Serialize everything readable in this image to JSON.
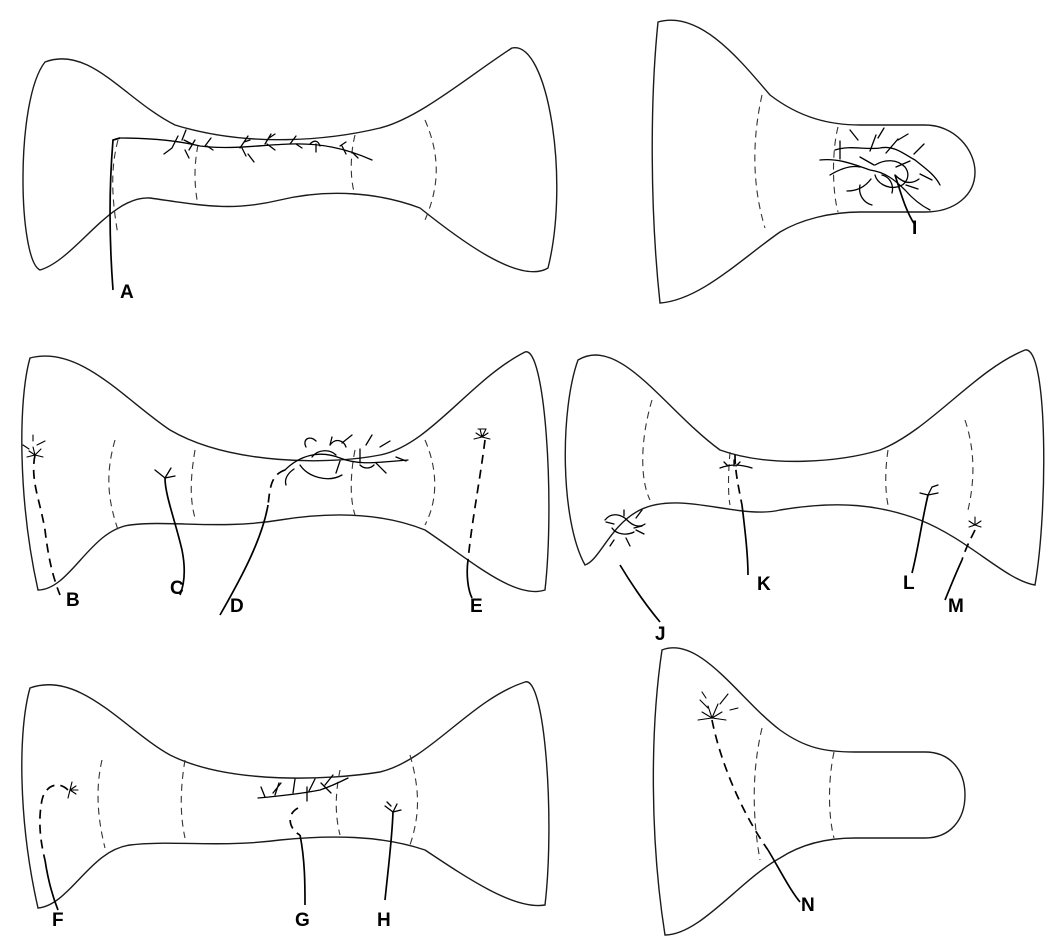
{
  "neuron_labels": [
    "A",
    "B",
    "C",
    "D",
    "E",
    "F",
    "G",
    "H",
    "I",
    "J",
    "K",
    "L",
    "M",
    "N"
  ]
}
